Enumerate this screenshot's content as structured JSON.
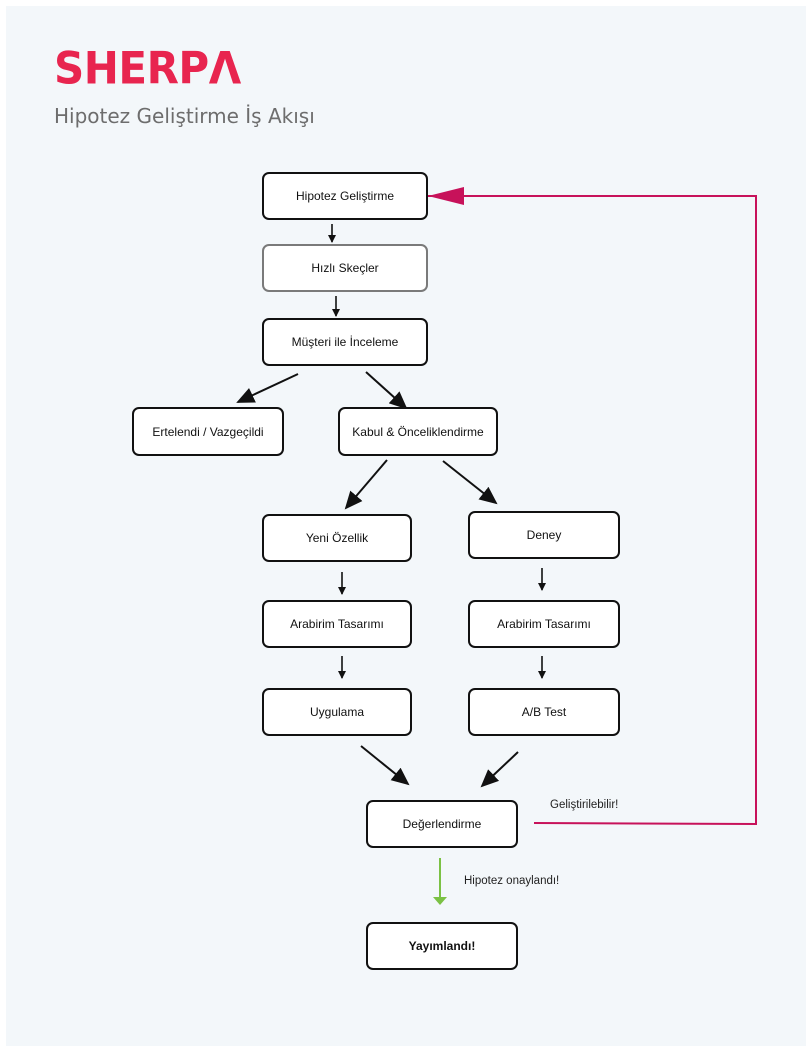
{
  "header": {
    "logo": "SHERPΛ",
    "subtitle": "Hipotez Geliştirme İş Akışı"
  },
  "nodes": {
    "hypothesis": "Hipotez Geliştirme",
    "sketches": "Hızlı Skeçler",
    "review": "Müşteri ile İnceleme",
    "deferred": "Ertelendi / Vazgeçildi",
    "accept": "Kabul & Önceliklendirme",
    "feature": "Yeni Özellik",
    "experiment": "Deney",
    "ui_left": "Arabirim Tasarımı",
    "ui_right": "Arabirim Tasarımı",
    "implementation": "Uygulama",
    "ab_test": "A/B Test",
    "evaluation": "Değerlendirme",
    "published": "Yayımlandı!"
  },
  "edge_labels": {
    "improvable": "Geliştirilebilir!",
    "confirmed": "Hipotez onaylandı!"
  },
  "colors": {
    "brand": "#e8254f",
    "feedback_line": "#c7125a",
    "confirm_arrow": "#7bc144"
  }
}
